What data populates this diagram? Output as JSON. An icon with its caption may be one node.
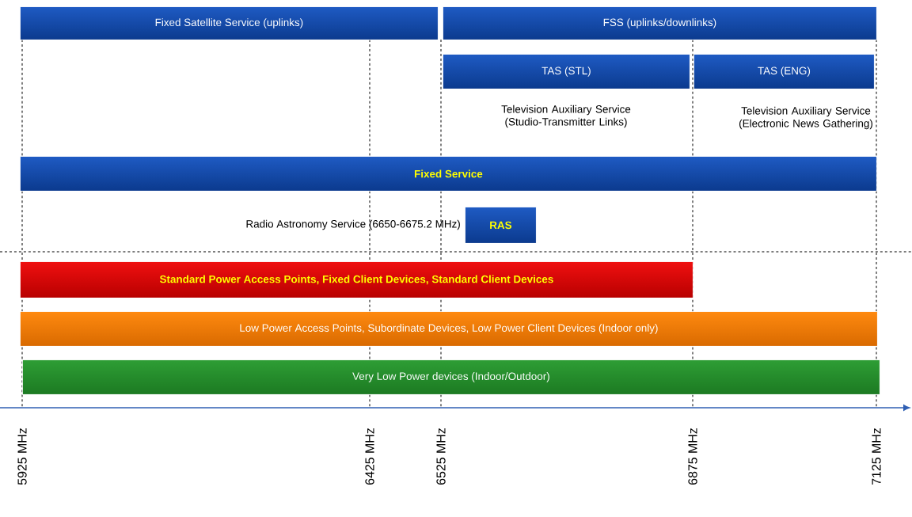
{
  "diagram": {
    "nodes": [
      {
        "text": [
          "Fixed Satellite Service (uplinks)"
        ]
      },
      {
        "text": [
          "FSS (uplinks/downlinks)"
        ]
      },
      {
        "text": [
          "TAS (STL)"
        ],
        "beside": [
          "Television Auxiliary Service (Studio-Transmitter Links)"
        ]
      },
      {
        "text": [
          "TAS (ENG)"
        ],
        "beside": [
          "Television Auxiliary Service (Electronic News Gathering)"
        ]
      },
      {
        "text": [
          "Fixed Service"
        ]
      },
      {
        "text": [
          "RAS"
        ],
        "beside": [
          "Radio Astronomy Service (6650-6675.2 MHz)"
        ]
      },
      {
        "text": [
          "Standard Power Access Points, Fixed Client Devices, Standard Client Devices"
        ]
      },
      {
        "text": [
          "Low Power Access Points, Subordinate Devices, Low Power Client Devices (Indoor only)"
        ]
      },
      {
        "text": [
          "Very Low Power devices (Indoor/Outdoor)"
        ]
      }
    ],
    "labels": [
      "5925 MHz",
      "6425 MHz",
      "6525 MHz",
      "6875 MHz",
      "7125 MHz"
    ]
  }
}
